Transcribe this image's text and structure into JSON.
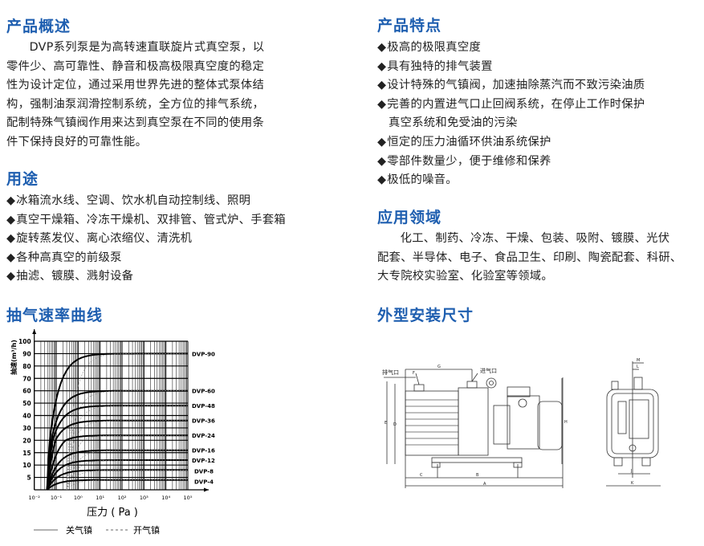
{
  "overview": {
    "title": "产品概述",
    "lines": [
      "DVP系列泵是为高转速直联旋片式真空泵，以",
      "零件少、高可靠性、静音和极高极限真空度的稳定",
      "性为设计定位，通过采用世界先进的整体式泵体结",
      "构，强制油泵润滑控制系统，全方位的排气系统，",
      "配制特殊气镇阀作用来达到真空泵在不同的使用条",
      "件下保持良好的可靠性能。"
    ]
  },
  "usage": {
    "title": "用途",
    "items": [
      "冰箱流水线、空调、饮水机自动控制线、照明",
      "真空干燥箱、冷冻干燥机、双排管、管式炉、手套箱",
      "旋转蒸发仪、离心浓缩仪、清洗机",
      "各种高真空的前级泵",
      "抽滤、镀膜、溅射设备"
    ]
  },
  "features": {
    "title": "产品特点",
    "items": [
      "极高的极限真空度",
      "具有独特的排气装置",
      "设计特殊的气镇阀，加速抽除蒸汽而不致污染油质",
      "完善的内置进气口止回阀系统，在停止工作时保护",
      "恒定的压力油循环供油系统保护",
      "零部件数量少，便于维修和保养",
      "极低的噪音。"
    ],
    "item4_cont": "真空系统和免受油的污染"
  },
  "applications": {
    "title": "应用领域",
    "lines": [
      "化工、制药、冷冻、干燥、包装、吸附、镀膜、光伏",
      "配套、半导体、电子、食品卫生、印刷、陶瓷配套、科研、",
      "大专院校实验室、化验室等领域。"
    ]
  },
  "curve_section": {
    "title": "抽气速率曲线"
  },
  "dimensions": {
    "title": "外型安装尺寸",
    "exhaust_label": "排气口",
    "inlet_label": "进气口",
    "letters": {
      "A": "A",
      "B": "B",
      "C": "C",
      "D": "D",
      "E": "E",
      "F": "F",
      "G": "G",
      "H": "H",
      "J": "J",
      "K": "K",
      "L": "L",
      "M": "M"
    }
  },
  "chart_data": {
    "type": "line",
    "title": "",
    "xlabel": "压力 ( Pa )",
    "ylabel": "抽速(m³/h)",
    "x_scale": "log",
    "xlim_log10": [
      -2,
      5
    ],
    "x_tick_labels": [
      "10⁻²",
      "10⁻¹",
      "10⁰",
      "10¹",
      "10²",
      "10³",
      "10⁴",
      "10⁵"
    ],
    "y_ticks": [
      0,
      5,
      10,
      15,
      20,
      30,
      40,
      50,
      60,
      70,
      80,
      90,
      100
    ],
    "y_tick_labels": [
      "5",
      "10",
      "15",
      "20",
      "30",
      "40",
      "50",
      "60",
      "70",
      "80",
      "90",
      "100"
    ],
    "series": [
      {
        "name": "DVP-90",
        "plateau": 90
      },
      {
        "name": "DVP-60",
        "plateau": 60
      },
      {
        "name": "DVP-48",
        "plateau": 48
      },
      {
        "name": "DVP-36",
        "plateau": 36
      },
      {
        "name": "DVP-24",
        "plateau": 24
      },
      {
        "name": "DVP-16",
        "plateau": 16
      },
      {
        "name": "DVP-12",
        "plateau": 12
      },
      {
        "name": "DVP-8",
        "plateau": 8
      },
      {
        "name": "DVP-4",
        "plateau": 4
      }
    ],
    "legend": [
      {
        "label": "关气镇",
        "style": "solid"
      },
      {
        "label": "开气镇",
        "style": "dashed"
      }
    ],
    "legend_placement": "bottom",
    "grid": true
  }
}
